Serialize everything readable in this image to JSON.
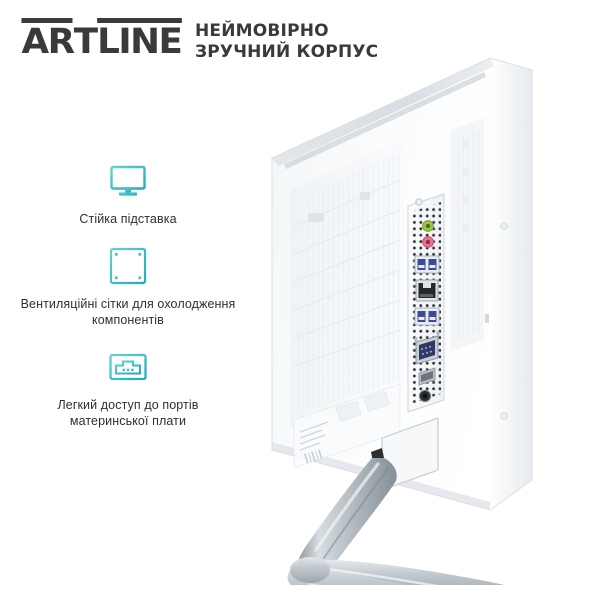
{
  "header": {
    "logo": {
      "part1": "AR",
      "part2": "T",
      "part3": "LINE",
      "full": "ARTLINE"
    },
    "tagline": "НЕЙМОВІРНО ЗРУЧНИЙ КОРПУС"
  },
  "features": [
    {
      "icon": "monitor-icon",
      "text": "Стійка підставка"
    },
    {
      "icon": "ventilation-grid-icon",
      "text": "Вентиляційні сітки для охолодження компонентів"
    },
    {
      "icon": "ports-panel-icon",
      "text": "Легкий доступ до портів материнської плати"
    }
  ],
  "product": {
    "name": "all-in-one-computer-rear-view",
    "body_color": "#ffffff",
    "stand_color": "#b9bfc4",
    "ports": [
      {
        "name": "audio-out-jack",
        "color": "#9ec64a"
      },
      {
        "name": "microphone-jack",
        "color": "#e8728f"
      },
      {
        "name": "usb3-port-upper",
        "color": "#3b4a9c"
      },
      {
        "name": "usb3-port-upper-2",
        "color": "#3b4a9c"
      },
      {
        "name": "ethernet-rj45-port",
        "color": "#2a2a2a"
      },
      {
        "name": "usb3-port-lower",
        "color": "#3b4a9c"
      },
      {
        "name": "usb3-port-lower-2",
        "color": "#3b4a9c"
      },
      {
        "name": "vga-dsub-port",
        "color": "#2f3a66"
      },
      {
        "name": "hdmi-port",
        "color": "#7a8088"
      },
      {
        "name": "power-jack",
        "color": "#1d1d1d"
      }
    ]
  },
  "colors": {
    "accent_teal": "#2ab6c0",
    "accent_teal_light": "#5fd3cf",
    "text_dark": "#2f2f2f",
    "logo_dark": "#3a3a3a"
  }
}
